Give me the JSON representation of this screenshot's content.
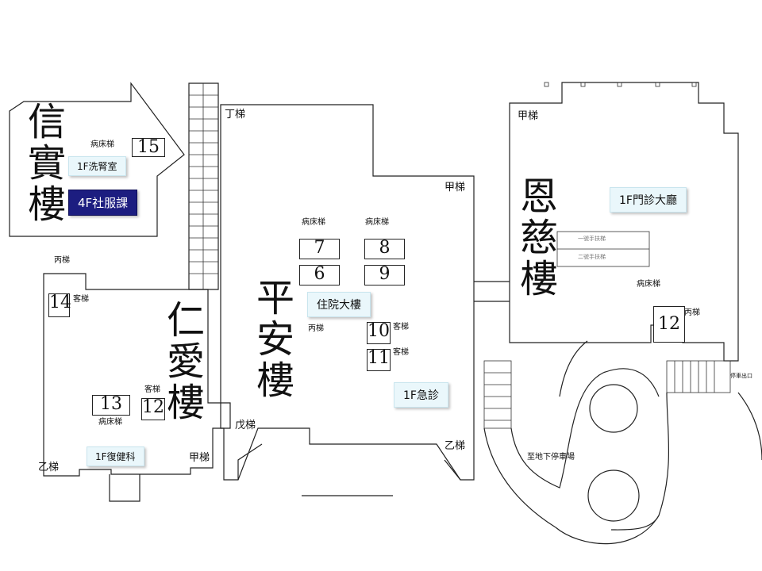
{
  "buildings": {
    "xinshi": "信實樓",
    "renai": "仁愛樓",
    "pingan": "平安樓",
    "enci": "恩慈樓"
  },
  "tags": {
    "dialysis": "1F洗腎室",
    "social_service": "4F社服課",
    "inpatient": "住院大樓",
    "outpatient_hall": "1F門診大廳",
    "emergency": "1F急診",
    "rehab": "1F復健科"
  },
  "stairs": {
    "ding": "丁梯",
    "jia_pingan": "甲梯",
    "jia_enci": "甲梯",
    "bing_renai": "丙梯",
    "bing_pingan": "丙梯",
    "bing_enci": "丙梯",
    "wu": "戊梯",
    "yi_renai": "乙梯",
    "yi_pingan": "乙梯",
    "jia_renai": "甲梯"
  },
  "elevator_labels": {
    "bed_xinshi": "病床梯",
    "bed_pingan_1": "病床梯",
    "bed_pingan_2": "病床梯",
    "bed_enci": "病床梯",
    "bed_renai": "病床梯",
    "guest_14": "客梯",
    "guest_12": "客梯",
    "guest_10": "客梯",
    "guest_11": "客梯"
  },
  "elevators": [
    "15",
    "7",
    "8",
    "6",
    "9",
    "10",
    "11",
    "14",
    "13",
    "12",
    "12"
  ],
  "misc": {
    "escalator_1": "一號手扶梯",
    "escalator_2": "二號手扶梯",
    "to_parking": "至地下停車場",
    "parking_exit": "停車出口"
  }
}
